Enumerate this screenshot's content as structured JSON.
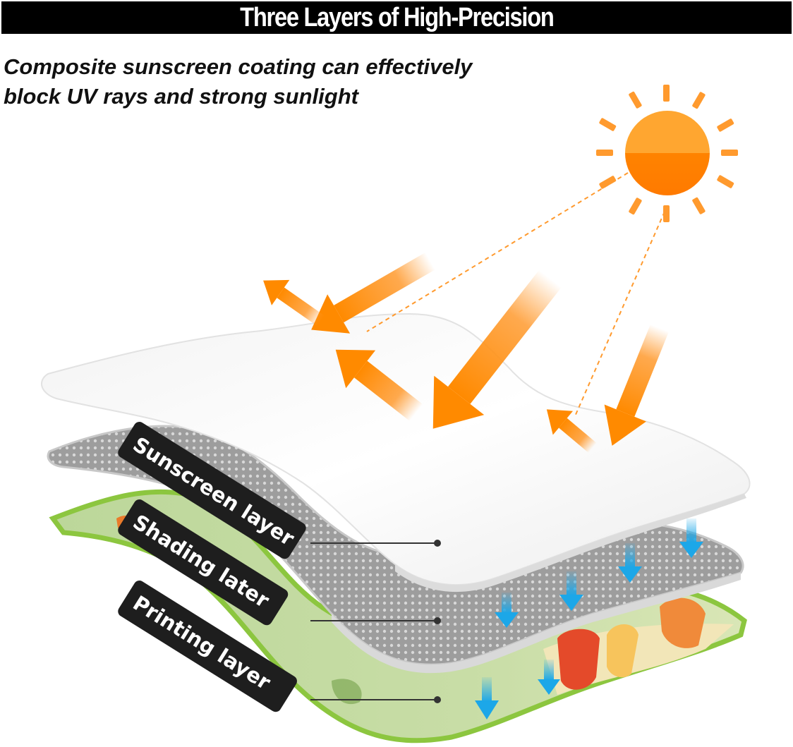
{
  "title": "Three Layers of High-Precision",
  "subtitle": {
    "line1": "Composite sunscreen coating can effectively",
    "line2": "block UV rays and strong sunlight"
  },
  "layers": [
    {
      "label": "Sunscreen layer"
    },
    {
      "label": "Shading later"
    },
    {
      "label": "Printing layer"
    }
  ],
  "colors": {
    "sun": "#FF8A00",
    "ray": "#FF9A2E",
    "blue_arrow": "#1CA7E8",
    "label_bg": "#1E1E1E",
    "print_edge": "#8CC63F"
  },
  "icons": [
    "sun-icon",
    "reflected-ray-arrow",
    "incoming-ray-arrow",
    "blocked-light-arrow"
  ]
}
